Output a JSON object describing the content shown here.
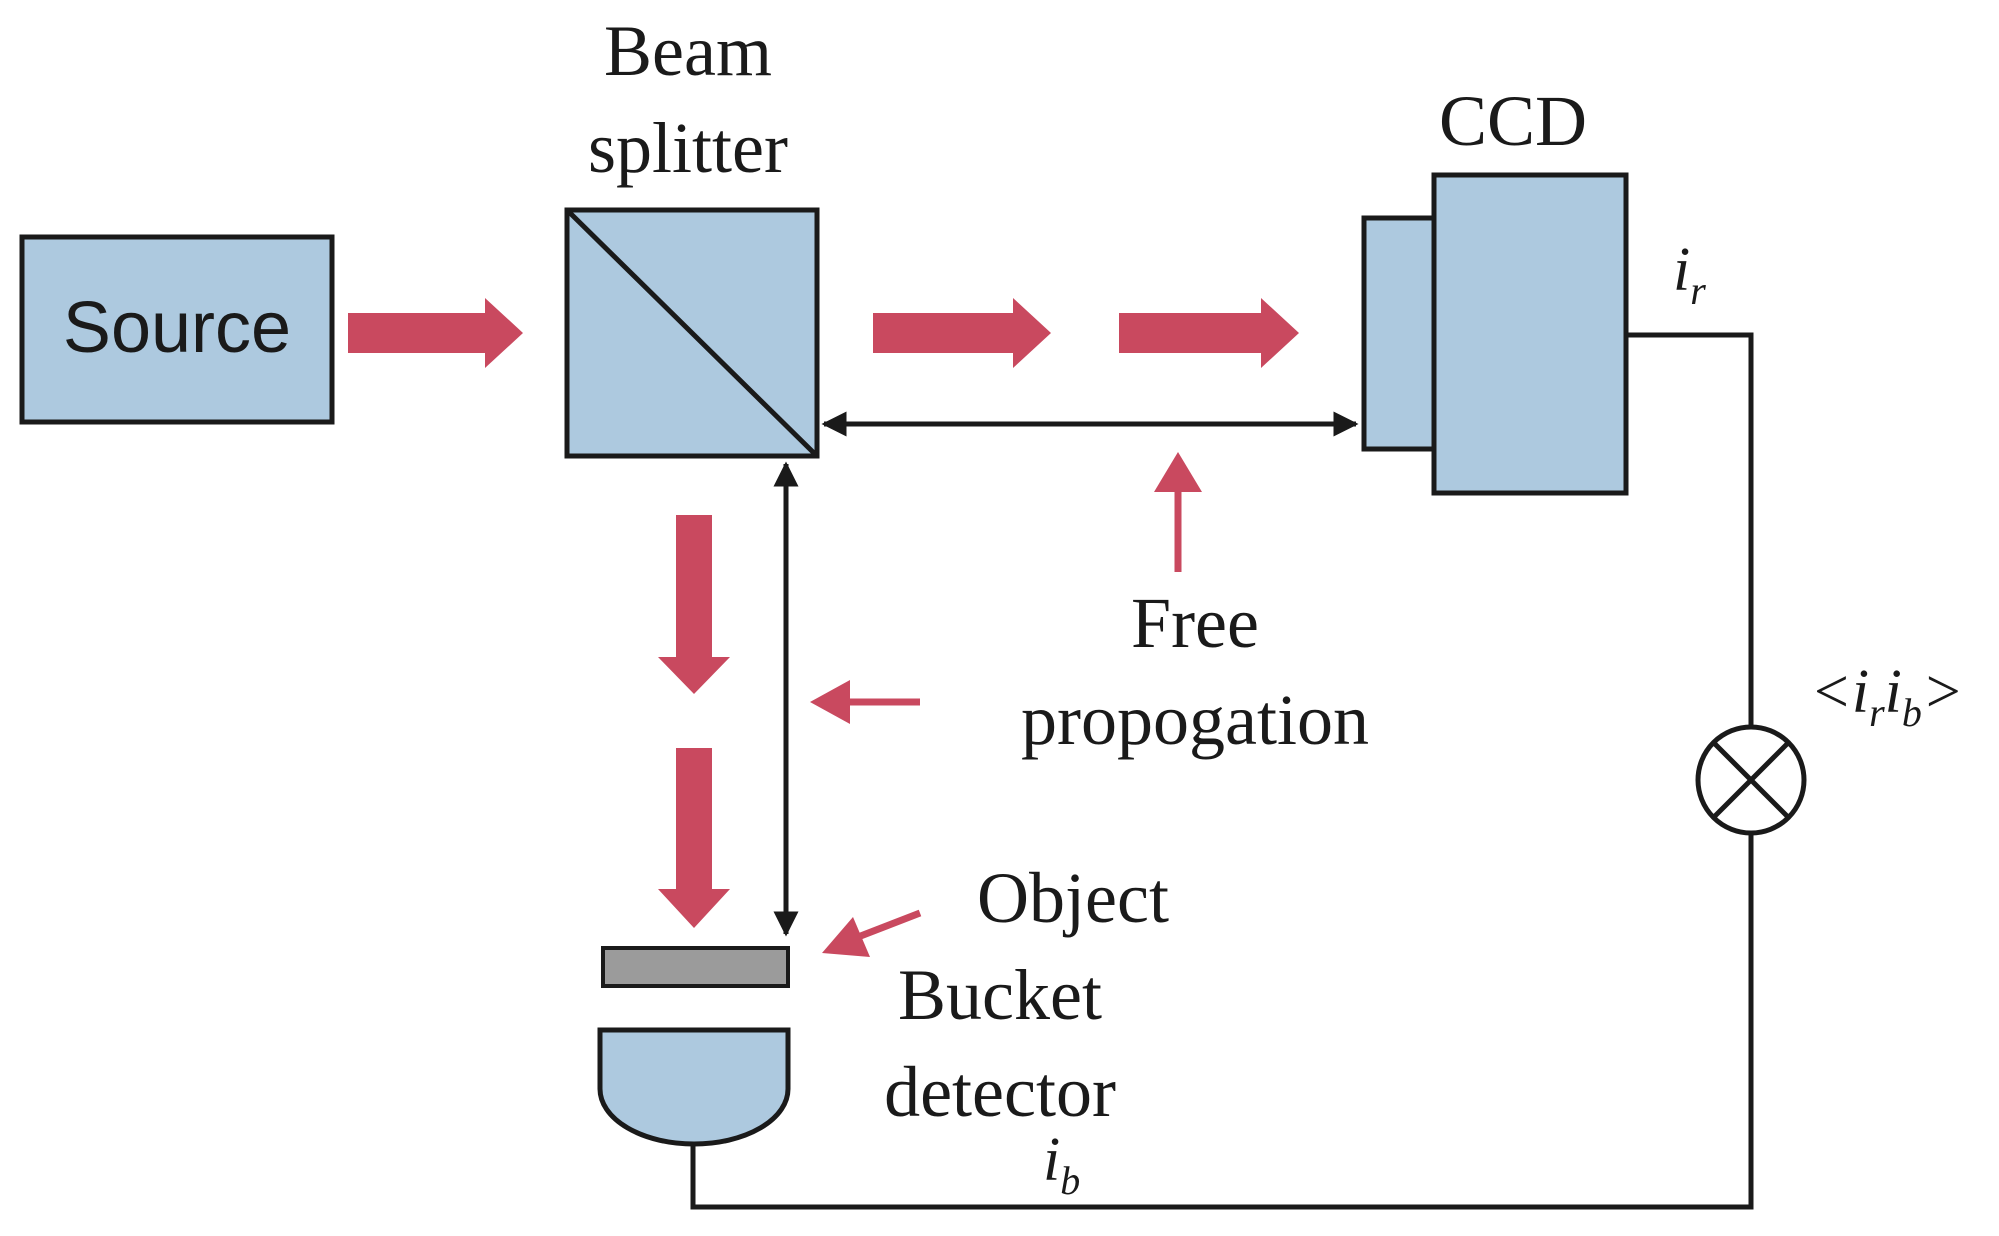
{
  "labels": {
    "source": "Source",
    "beam_splitter_line1": "Beam",
    "beam_splitter_line2": "splitter",
    "ccd": "CCD",
    "free_line1": "Free",
    "free_line2": "propogation",
    "object": "Object",
    "bucket_line1": "Bucket",
    "bucket_line2": "detector"
  },
  "signals": {
    "i": "i",
    "r": "r",
    "b": "b",
    "lt": "<",
    "gt": ">"
  },
  "colors": {
    "component_fill": "#adc9df",
    "component_stroke": "#1a1a1a",
    "beam_arrow": "#c9495f",
    "object_fill": "#9b9b9b",
    "line": "#1a1a1a"
  }
}
